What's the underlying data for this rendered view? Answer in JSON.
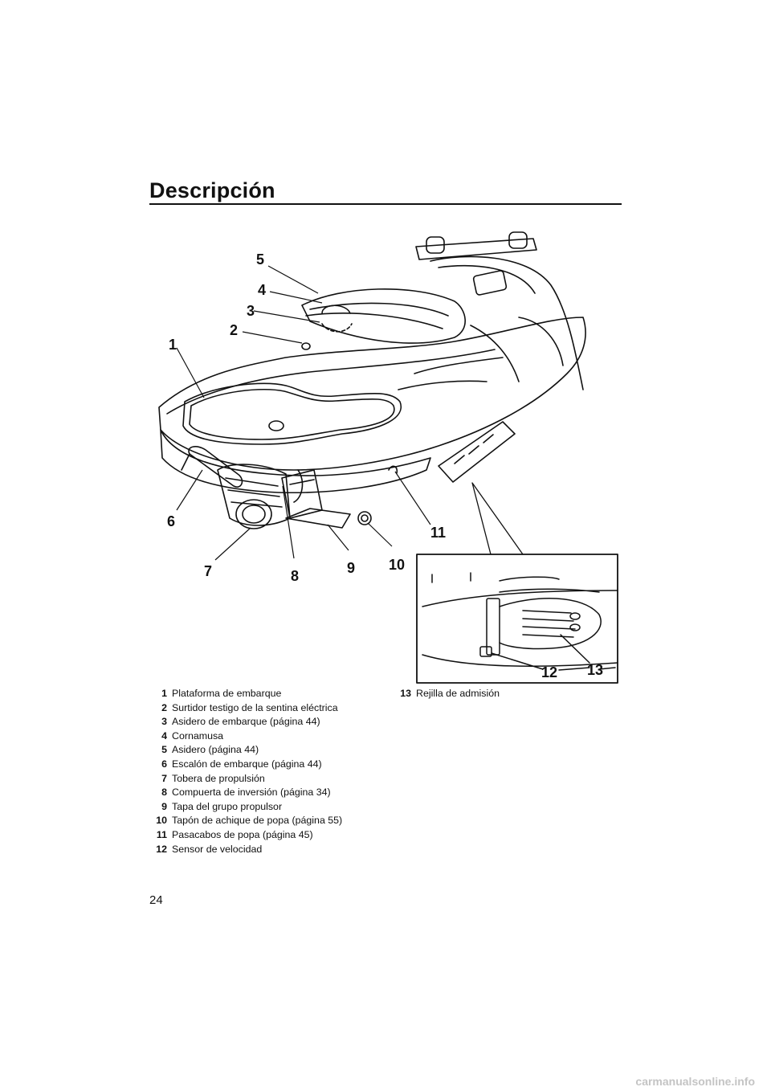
{
  "header": {
    "title": "Descripción"
  },
  "figure": {
    "callouts": [
      "1",
      "2",
      "3",
      "4",
      "5",
      "6",
      "7",
      "8",
      "9",
      "10",
      "11",
      "12",
      "13"
    ]
  },
  "legend": {
    "items": [
      {
        "num": "1",
        "text": "Plataforma de embarque"
      },
      {
        "num": "2",
        "text": "Surtidor testigo de la sentina eléctrica"
      },
      {
        "num": "3",
        "text": "Asidero de embarque (página 44)"
      },
      {
        "num": "4",
        "text": "Cornamusa"
      },
      {
        "num": "5",
        "text": "Asidero (página 44)"
      },
      {
        "num": "6",
        "text": "Escalón de embarque (página 44)"
      },
      {
        "num": "7",
        "text": "Tobera de propulsión"
      },
      {
        "num": "8",
        "text": "Compuerta de inversión (página 34)"
      },
      {
        "num": "9",
        "text": "Tapa del grupo propulsor"
      },
      {
        "num": "10",
        "text": "Tapón de achique de popa (página 55)"
      },
      {
        "num": "11",
        "text": "Pasacabos de popa (página 45)"
      },
      {
        "num": "12",
        "text": "Sensor de velocidad"
      },
      {
        "num": "13",
        "text": "Rejilla de admisión"
      }
    ]
  },
  "footer": {
    "page_number": "24"
  },
  "watermark": "carmanualsonline.info"
}
